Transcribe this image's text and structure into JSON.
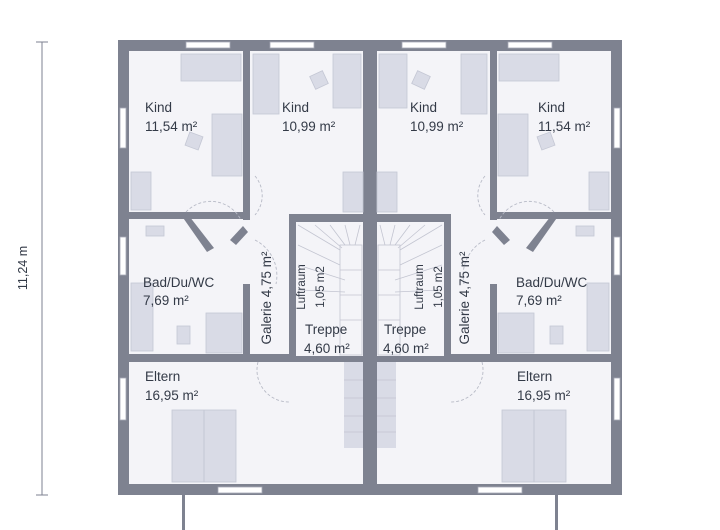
{
  "dimension": {
    "label": "11,24 m"
  },
  "rooms": {
    "left_kind_outer": {
      "name": "Kind",
      "area": "11,54 m²"
    },
    "left_kind_inner": {
      "name": "Kind",
      "area": "10,99 m²"
    },
    "right_kind_inner": {
      "name": "Kind",
      "area": "10,99 m²"
    },
    "right_kind_outer": {
      "name": "Kind",
      "area": "11,54 m²"
    },
    "left_bad": {
      "name": "Bad/Du/WC",
      "area": "7,69 m²"
    },
    "right_bad": {
      "name": "Bad/Du/WC",
      "area": "7,69 m²"
    },
    "left_galerie": {
      "label": "Galerie 4,75 m²"
    },
    "right_galerie": {
      "label": "Galerie 4,75 m²"
    },
    "left_luftraum": {
      "name": "Luftraum",
      "area": "1,05 m2"
    },
    "right_luftraum": {
      "name": "Luftraum",
      "area": "1,05 m2"
    },
    "left_treppe": {
      "name": "Treppe",
      "area": "4,60 m²"
    },
    "right_treppe": {
      "name": "Treppe",
      "area": "4,60 m²"
    },
    "left_eltern": {
      "name": "Eltern",
      "area": "16,95 m²"
    },
    "right_eltern": {
      "name": "Eltern",
      "area": "16,95 m²"
    }
  },
  "colors": {
    "wall": "#7e8290",
    "floor": "#f4f4f8",
    "furniture": "#d9dbe6",
    "text": "#333a47"
  }
}
